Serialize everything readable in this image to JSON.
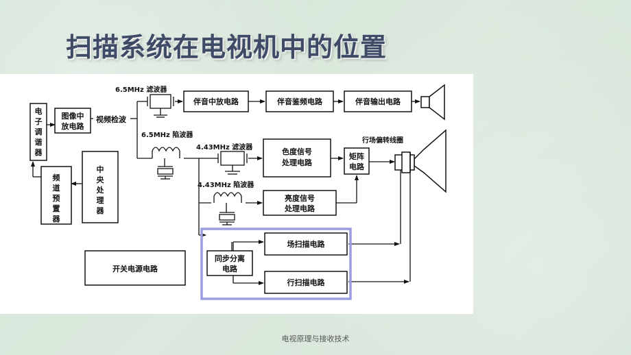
{
  "title": "扫描系统在电视机中的位置",
  "footer": "电视原理与接收技术",
  "diagram": {
    "blocks": {
      "tuner": [
        "电",
        "子",
        "调",
        "谐",
        "器"
      ],
      "if_amp": [
        "图像中",
        "放电路"
      ],
      "video_detect": "视频检波",
      "band_preset": [
        "频",
        "道",
        "预",
        "置",
        "器"
      ],
      "cpu": [
        "中",
        "央",
        "处",
        "理",
        "器"
      ],
      "sound_if": "伴音中放电路",
      "sound_fm": "伴音鉴频电路",
      "sound_out": "伴音输出电路",
      "chroma": [
        "色度信号",
        "处理电路"
      ],
      "matrix": [
        "矩阵",
        "电路"
      ],
      "luma": [
        "亮度信号",
        "处理电路"
      ],
      "sync_sep": [
        "同步分离",
        "电路"
      ],
      "field_scan": "场扫描电路",
      "line_scan": "行扫描电路",
      "power": "开关电源电路"
    },
    "labels": {
      "filter_65": "6.5MHz 滤波器",
      "trap_65": "6.5MHz 陷波器",
      "filter_443": "4.43MHz 滤波器",
      "trap_443": "4.43MHz 陷波器",
      "yoke": "行场偏转线圈"
    }
  }
}
